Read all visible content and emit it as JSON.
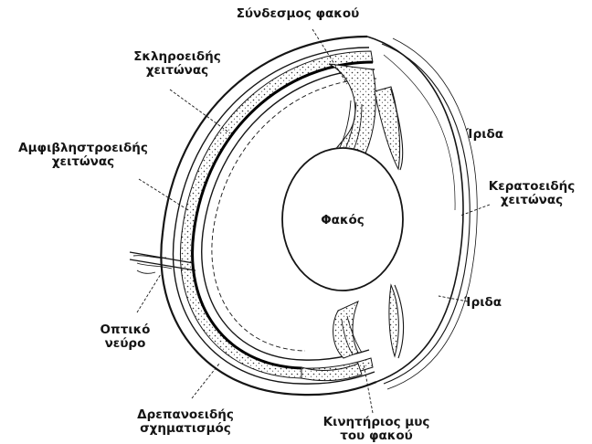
{
  "labels": {
    "zonular_ligament": "Σύνδεσμος φακού",
    "sclera_line1": "Σκληροειδής",
    "sclera_line2": "χειτώνας",
    "retina_line1": "Αμφιβληστροειδής",
    "retina_line2": "χειτώνας",
    "iris_upper": "Ίριδα",
    "cornea_line1": "Κερατοειδής",
    "cornea_line2": "χειτώνας",
    "lens": "Φακός",
    "iris_lower": "Ίριδα",
    "optic_nerve_line1": "Οπτικό",
    "optic_nerve_line2": "νεύρο",
    "choroid_line1": "Δρεπανοειδής",
    "choroid_line2": "σχηματισμός",
    "ciliary_line1": "Κινητήριος μυς",
    "ciliary_line2": "του φακού"
  },
  "colors": {
    "ink": "#151515",
    "background": "#ffffff"
  }
}
